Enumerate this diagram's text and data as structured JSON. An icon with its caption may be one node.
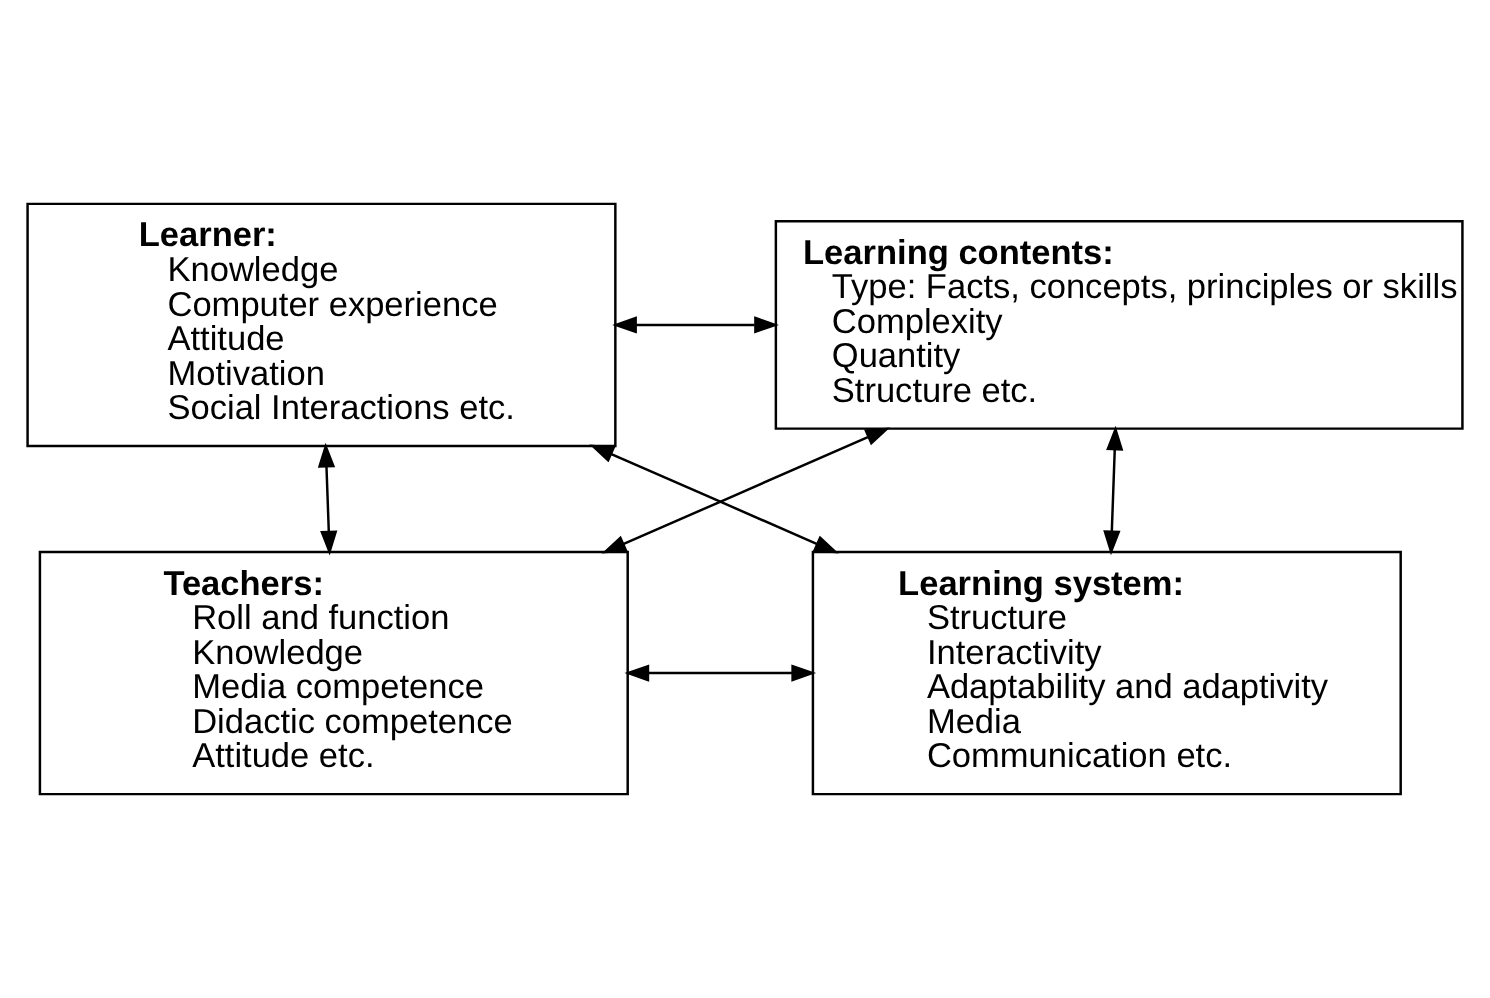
{
  "diagram": {
    "nodes": [
      {
        "text": [
          "Learner:",
          "Knowledge",
          "Computer experience",
          "Attitude",
          "Motivation",
          "Social Interactions etc."
        ]
      },
      {
        "text": [
          "Learning contents:",
          "Type: Facts, concepts, principles or skills",
          "Complexity",
          "Quantity",
          "Structure etc."
        ]
      },
      {
        "text": [
          "Teachers:",
          "Roll and function",
          "Knowledge",
          "Media competence",
          "Didactic competence",
          "Attitude etc."
        ]
      },
      {
        "text": [
          "Learning system:",
          "Structure",
          "Interactivity",
          "Adaptability and adaptivity",
          "Media",
          "Communication etc."
        ]
      }
    ],
    "edges": [
      {
        "from": 0,
        "to": 1,
        "arrow": "both"
      },
      {
        "from": 0,
        "to": 2,
        "arrow": "both"
      },
      {
        "from": 1,
        "to": 3,
        "arrow": "both"
      },
      {
        "from": 1,
        "to": 2,
        "arrow": "both"
      },
      {
        "from": 0,
        "to": 3,
        "arrow": "both"
      },
      {
        "from": 2,
        "to": 3,
        "arrow": "both"
      }
    ]
  }
}
